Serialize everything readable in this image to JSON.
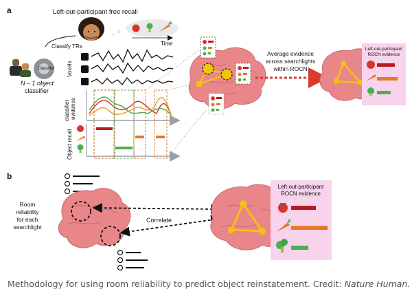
{
  "panel_a": {
    "label": "a",
    "free_recall_title": "Left-out-participant free recall",
    "time_label": "Time",
    "classify_trs": "Classify TRs",
    "classifier_chip": "Classifier",
    "classifier_caption_line1": "N – 1 object",
    "classifier_caption_line2": "classifier",
    "voxels_label": "Voxels",
    "evidence_label_line1": "classifier",
    "evidence_label_line2": "evidence",
    "object_recall_label": "Object recall",
    "average_line1": "Average evidence",
    "average_line2": "across searchlights",
    "average_line3": "within ROCN",
    "rocn_box_line1": "Left-out-participant",
    "rocn_box_line2": "ROCN evidence"
  },
  "panel_b": {
    "label": "b",
    "room_line1": "Room",
    "room_line2": "reliability",
    "room_line3": "for each",
    "room_line4": "searchlight",
    "correlate": "Correlate",
    "rocn_box_line1": "Left-out-participant",
    "rocn_box_line2": "ROCN evidence"
  },
  "caption": {
    "text": "Methodology for using room reliability to predict object reinstatement. Credit: ",
    "journal": "Nature Human…"
  },
  "colors": {
    "brain": "#e8868a",
    "brain_stroke": "#c86a6f",
    "network": "#f4c20d",
    "tomato": "#d8342c",
    "carrot": "#e6792a",
    "broccoli": "#4caf50",
    "panel_bg": "#f7d3ec",
    "arrow_red": "#d93a2c"
  }
}
